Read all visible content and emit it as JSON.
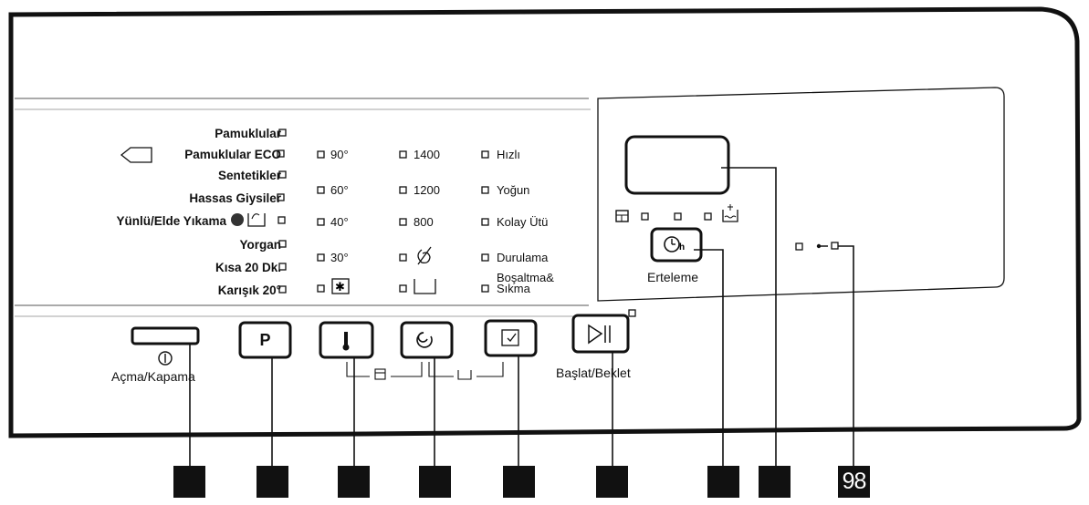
{
  "programmes": [
    "Pamuklular",
    "Pamuklular ECO",
    "Sentetikler",
    "Hassas Giysiler",
    "Yünlü/Elde Yıkama",
    "Yorgan",
    "Kısa 20 Dk.",
    "Karışık 20°"
  ],
  "temperatures": [
    "90°",
    "60°",
    "40°",
    "30°"
  ],
  "spin_speeds": [
    "1400",
    "1200",
    "800"
  ],
  "options": [
    "Hızlı",
    "Yoğun",
    "Kolay Ütü",
    "Durulama",
    "Boşaltma&",
    "Sıkma"
  ],
  "buttons": {
    "power_label": "Açma/Kapama",
    "program_letter": "P",
    "start_label": "Başlat/Beklet",
    "delay_label": "Erteleme"
  },
  "callout_number": "98",
  "icons": {
    "eco_tag": "eco-tag-icon",
    "wool": "wool-icon",
    "handwash": "handwash-icon",
    "cold": "cold-snowflake-icon",
    "no_spin": "no-spin-icon",
    "drain_tub": "drain-tub-icon",
    "thermometer": "thermometer-icon",
    "spin": "spin-icon",
    "option": "option-check-icon",
    "play_pause": "play-pause-icon",
    "delay": "delay-clock-icon",
    "child_lock": "child-lock-key-icon"
  }
}
